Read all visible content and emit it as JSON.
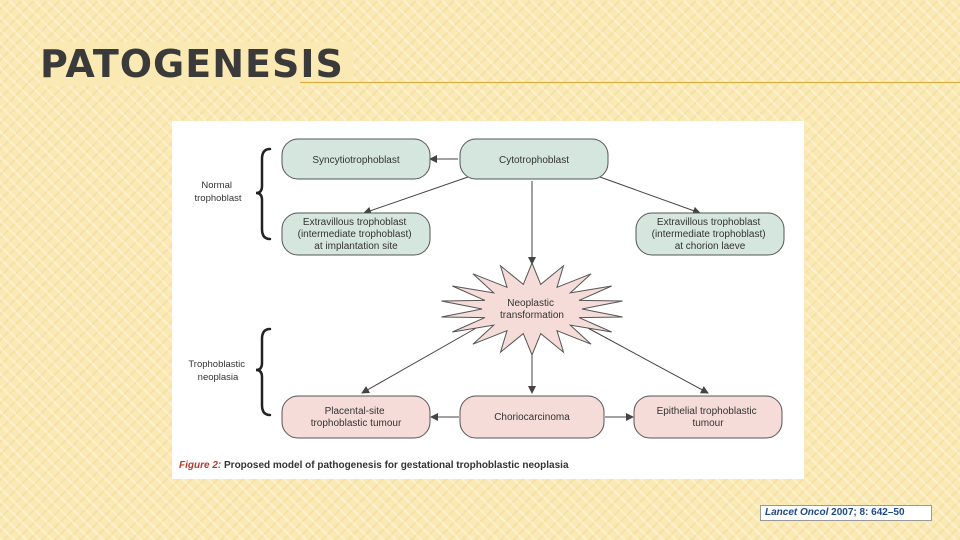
{
  "slide": {
    "title": "PATOGENESIS"
  },
  "figure": {
    "nodes": {
      "syncytiotrophoblast": [
        "Syncytiotrophoblast"
      ],
      "cytotrophoblast": [
        "Cytotrophoblast"
      ],
      "evt_implantation": [
        "Extravillous trophoblast",
        "(intermediate trophoblast)",
        "at implantation site"
      ],
      "evt_chorion": [
        "Extravillous trophoblast",
        "(intermediate trophoblast)",
        "at chorion laeve"
      ],
      "neoplastic": [
        "Neoplastic",
        "transformation"
      ],
      "placental_site": [
        "Placental-site",
        "trophoblastic tumour"
      ],
      "choriocarcinoma": [
        "Choriocarcinoma"
      ],
      "epithelial": [
        "Epithelial trophoblastic",
        "tumour"
      ]
    },
    "groups": {
      "normal": [
        "Normal",
        "trophoblast"
      ],
      "neoplasia": [
        "Trophoblastic",
        "neoplasia"
      ]
    },
    "colors": {
      "normal_fill": "#d5e6df",
      "neoplastic_fill": "#f5dcd8",
      "stroke": "#555555"
    },
    "caption": {
      "label": "Figure 2:",
      "text": "Proposed model of pathogenesis for gestational trophoblastic neoplasia"
    }
  },
  "citation": {
    "journal": "Lancet Oncol",
    "details": "2007; 8: 642–50"
  }
}
